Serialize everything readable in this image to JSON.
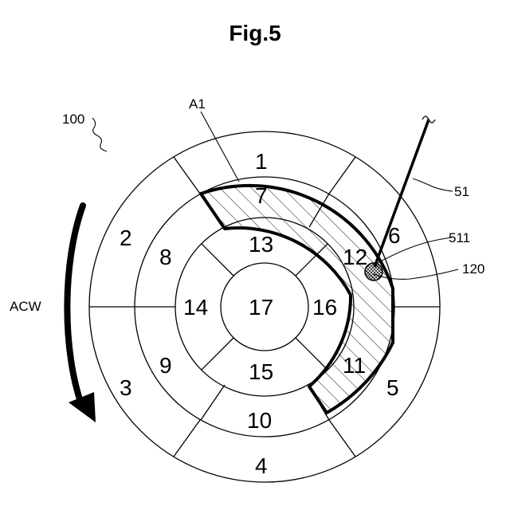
{
  "figure": {
    "title": "Fig.5",
    "segment_numbers": [
      "1",
      "2",
      "3",
      "4",
      "5",
      "6",
      "7",
      "8",
      "9",
      "10",
      "11",
      "12",
      "13",
      "14",
      "15",
      "16",
      "17"
    ],
    "reference_labels": {
      "device": "100",
      "region": "A1",
      "direction": "ACW",
      "catheter": "51",
      "tip": "511",
      "point": "120"
    }
  }
}
